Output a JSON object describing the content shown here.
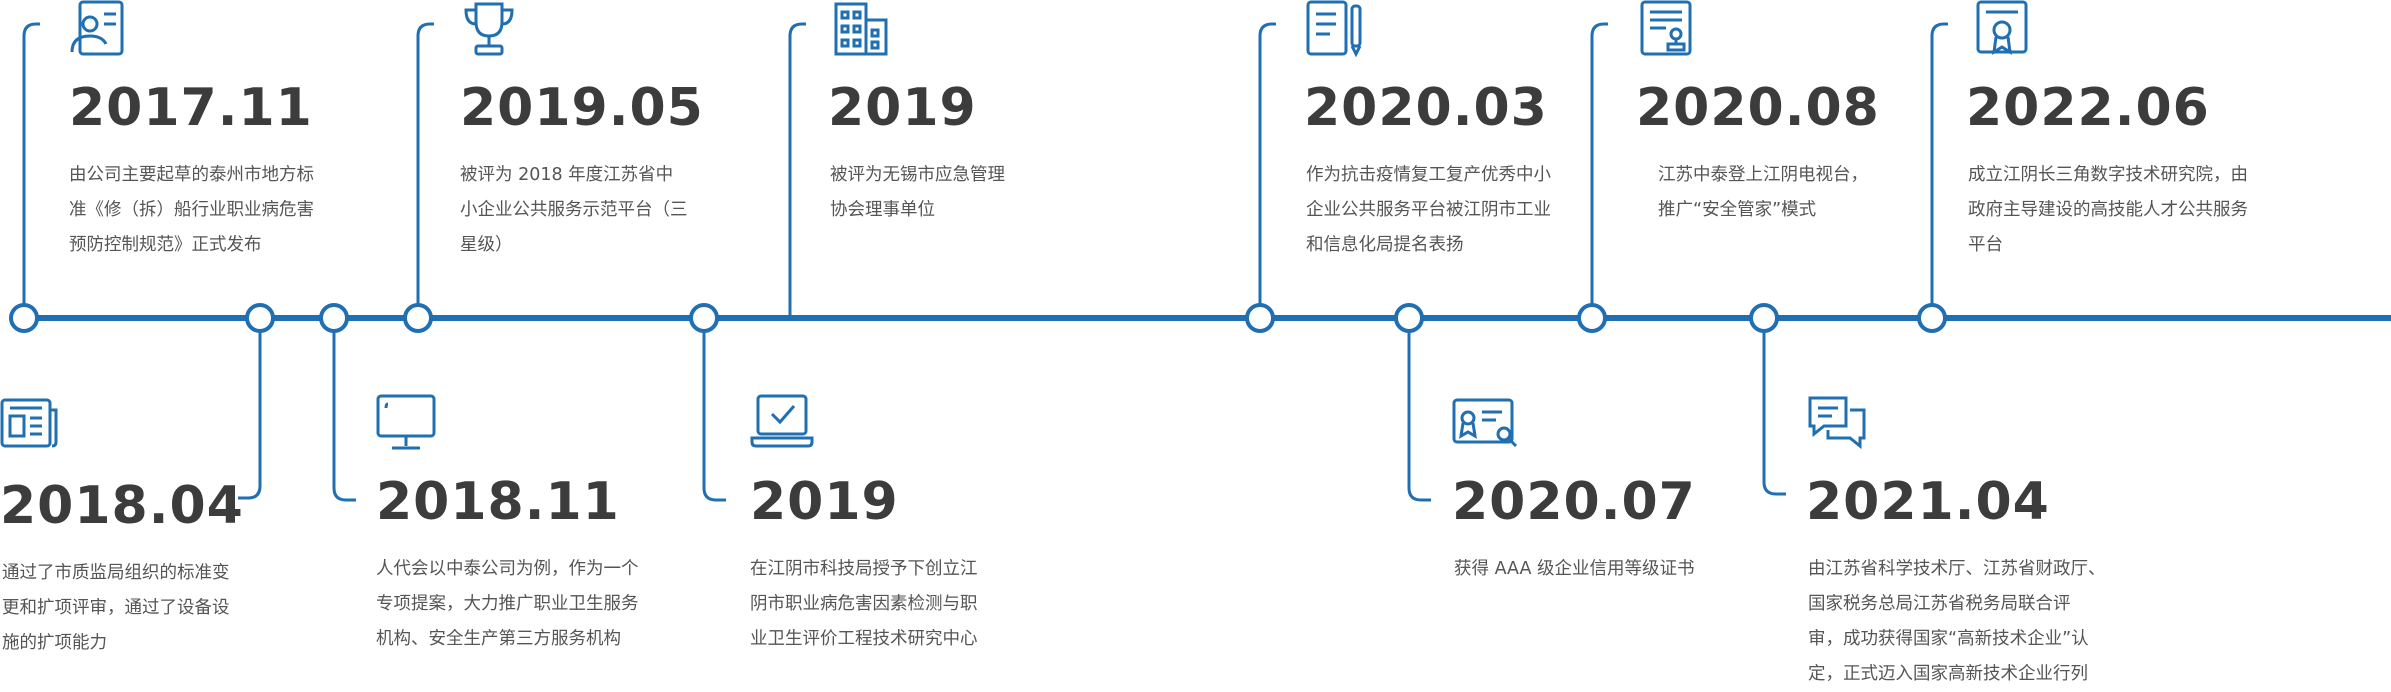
{
  "accent_color": "#1f6fb2",
  "events": [
    {
      "year": "2017.11",
      "icon": "profile-icon",
      "lines": [
        "由公司主要起草的泰州市地方标",
        "准《修（拆）船行业职业病危害",
        "预防控制规范》正式发布"
      ]
    },
    {
      "year": "2018.04",
      "icon": "newspaper-icon",
      "lines": [
        "通过了市质监局组织的标准变",
        "更和扩项评审，通过了设备设",
        "施的扩项能力"
      ]
    },
    {
      "year": "2018.11",
      "icon": "monitor-icon",
      "lines": [
        "人代会以中泰公司为例，作为一个",
        "专项提案，大力推广职业卫生服务",
        "机构、安全生产第三方服务机构"
      ]
    },
    {
      "year": "2019.05",
      "icon": "trophy-icon",
      "lines": [
        "被评为 2018 年度江苏省中",
        "小企业公共服务示范平台（三",
        "星级）"
      ]
    },
    {
      "year": "2019",
      "icon": "laptop-check-icon",
      "lines": [
        "在江阴市科技局授予下创立江",
        "阴市职业病危害因素检测与职",
        "业卫生评价工程技术研究中心"
      ]
    },
    {
      "year": "2019",
      "icon": "building-icon",
      "lines": [
        "被评为无锡市应急管理",
        "协会理事单位"
      ]
    },
    {
      "year": "2020.03",
      "icon": "document-pen-icon",
      "lines": [
        "作为抗击疫情复工复产优秀中小",
        "企业公共服务平台被江阴市工业",
        "和信息化局提名表扬"
      ]
    },
    {
      "year": "2020.07",
      "icon": "certificate-search-icon",
      "lines": [
        "获得 AAA 级企业信用等级证书"
      ]
    },
    {
      "year": "2020.08",
      "icon": "document-stamp-icon",
      "lines": [
        "江苏中泰登上江阴电视台，",
        "推广“安全管家”模式"
      ]
    },
    {
      "year": "2021.04",
      "icon": "chat-icon",
      "lines": [
        "由江苏省科学技术厅、江苏省财政厅、",
        "国家税务总局江苏省税务局联合评",
        "审，成功获得国家“高新技术企业”认",
        "定，正式迈入国家高新技术企业行列"
      ]
    },
    {
      "year": "2022.06",
      "icon": "certificate-icon",
      "lines": [
        "成立江阴长三角数字技术研究院，由",
        "政府主导建设的高技能人才公共服务",
        "平台"
      ]
    }
  ]
}
